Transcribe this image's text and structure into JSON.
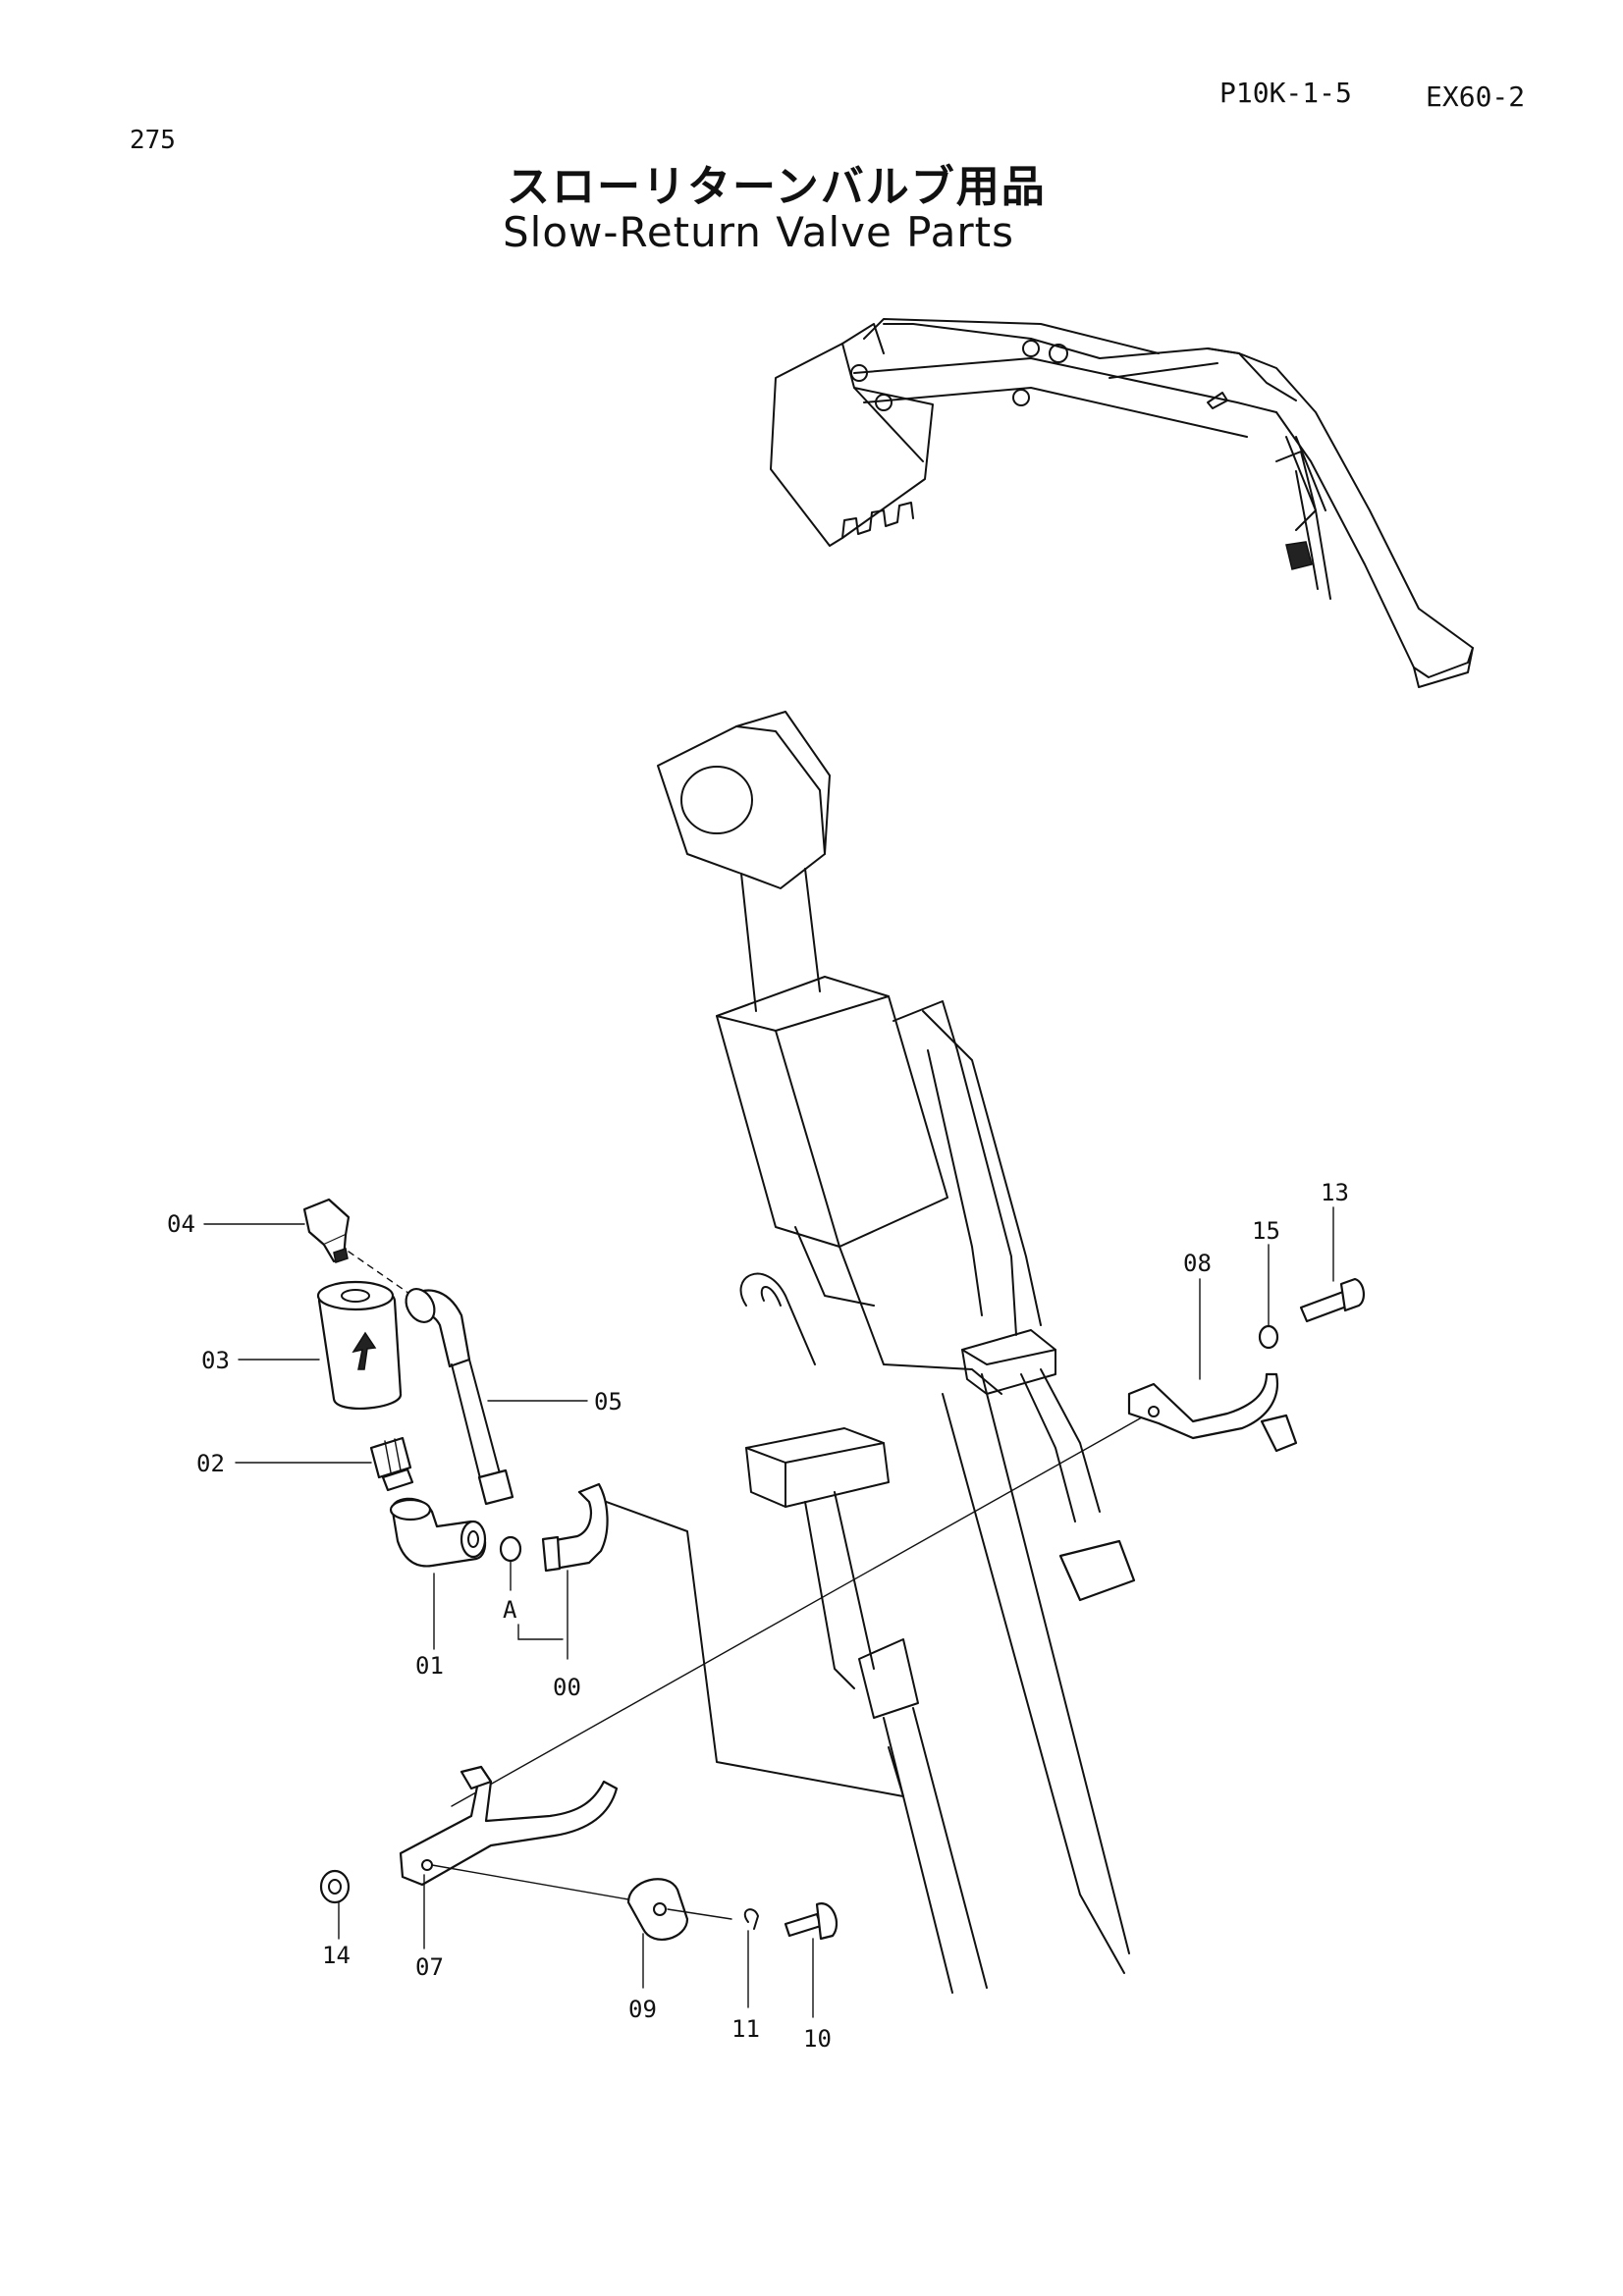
{
  "header": {
    "page_number": "275",
    "code_left": "P10K-1-5",
    "code_right": "EX60-2",
    "title_jp": "スローリターンバルブ用品",
    "title_en": "Slow-Return Valve Parts"
  },
  "callouts": {
    "p00": "00",
    "p01": "01",
    "p02": "02",
    "p03": "03",
    "p04": "04",
    "p05": "05",
    "p07": "07",
    "p08": "08",
    "p09": "09",
    "p10": "10",
    "p11": "11",
    "p13": "13",
    "p14": "14",
    "p15": "15",
    "point_a": "A"
  }
}
